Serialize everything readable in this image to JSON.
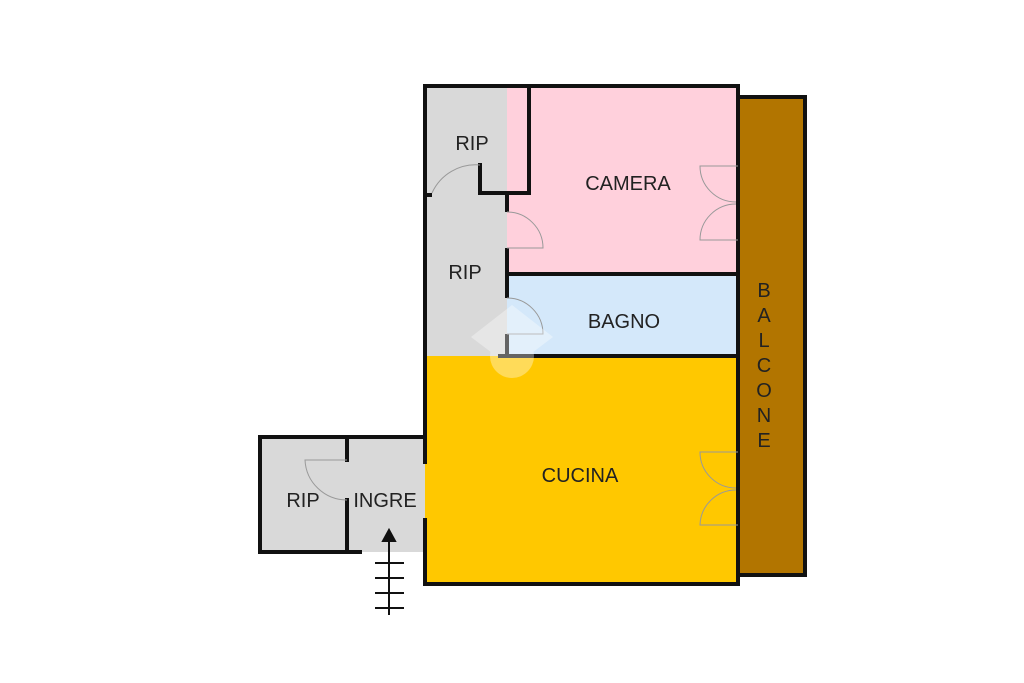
{
  "rooms": {
    "rip_top": {
      "label": "RIP",
      "color": "#d9d9d9"
    },
    "rip_middle": {
      "label": "RIP",
      "color": "#d9d9d9"
    },
    "camera": {
      "label": "CAMERA",
      "color": "#ffd0dc"
    },
    "bagno": {
      "label": "BAGNO",
      "color": "#d4e8fa"
    },
    "cucina": {
      "label": "CUCINA",
      "color": "#ffc800"
    },
    "balcone": {
      "label": "BALCONE",
      "color": "#b27500"
    },
    "rip_left": {
      "label": "RIP",
      "color": "#d9d9d9"
    },
    "ingresso": {
      "label": "INGRE",
      "color": "#d9d9d9"
    }
  }
}
